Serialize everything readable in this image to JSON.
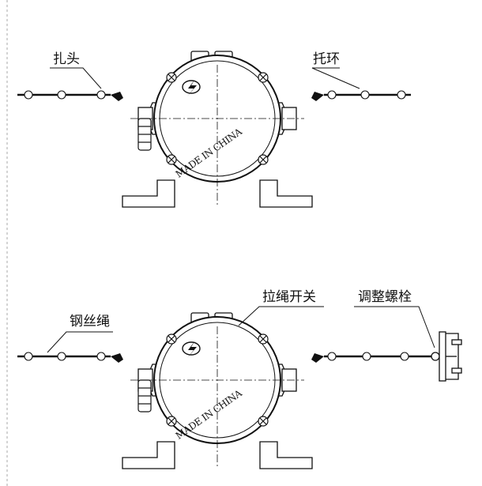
{
  "top": {
    "label_left": "扎头",
    "label_right": "托环",
    "body_text": "MADE IN CHINA"
  },
  "bottom": {
    "label_wire": "钢丝绳",
    "label_switch": "拉绳开关",
    "label_bolt": "调整螺栓",
    "body_text": "MADE IN CHINA"
  }
}
